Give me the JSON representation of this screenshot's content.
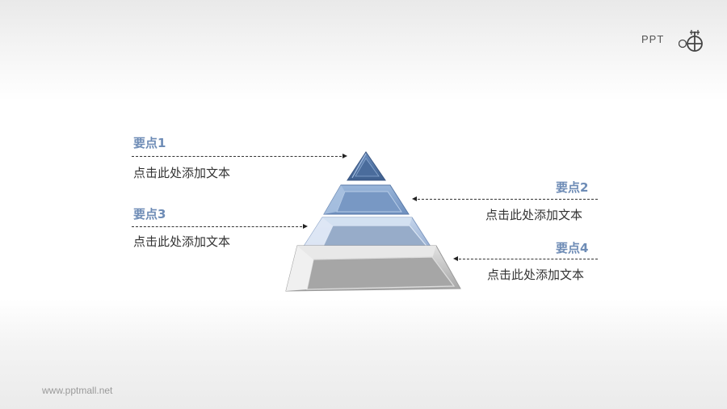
{
  "logo": {
    "text": "PPT",
    "icon": "ppt-mall-logo-icon"
  },
  "diagram": {
    "type": "pyramid",
    "tiers": [
      {
        "level": 1,
        "color": "#4f73a3"
      },
      {
        "level": 2,
        "color": "#7f9fcb"
      },
      {
        "level": 3,
        "color": "#a9bfdd"
      },
      {
        "level": 4,
        "color": "#b0b0b0"
      }
    ]
  },
  "points": [
    {
      "heading": "要点1",
      "text": "点击此处添加文本"
    },
    {
      "heading": "要点2",
      "text": "点击此处添加文本"
    },
    {
      "heading": "要点3",
      "text": "点击此处添加文本"
    },
    {
      "heading": "要点4",
      "text": "点击此处添加文本"
    }
  ],
  "colors": {
    "heading": "#6e8cb6",
    "body_text": "#333333"
  },
  "footer": {
    "url": "www.pptmall.net"
  }
}
